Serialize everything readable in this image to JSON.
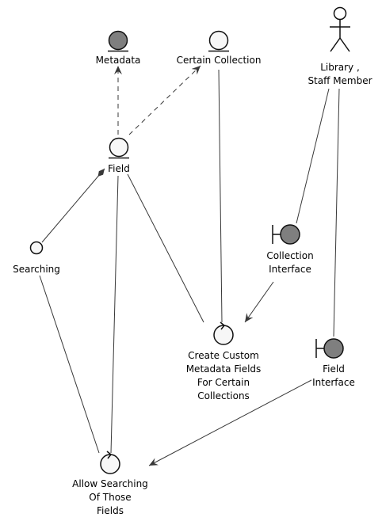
{
  "nodes": {
    "metadata": {
      "label": [
        "Metadata"
      ],
      "kind": "entity",
      "fill": "#7f7f7f"
    },
    "certain_collection": {
      "label": [
        "Certain Collection"
      ],
      "kind": "entity",
      "fill": "#f7f7f7"
    },
    "library_staff": {
      "label": [
        "Library ,",
        "Staff Member"
      ],
      "kind": "actor",
      "fill": "#ffffff"
    },
    "field": {
      "label": [
        "Field"
      ],
      "kind": "entity",
      "fill": "#f7f7f7"
    },
    "searching": {
      "label": [
        "Searching"
      ],
      "kind": "small-circle",
      "fill": "#f7f7f7"
    },
    "collection_interface": {
      "label": [
        "Collection",
        "Interface"
      ],
      "kind": "boundary",
      "fill": "#7f7f7f"
    },
    "create_custom": {
      "label": [
        "Create Custom",
        "Metadata Fields",
        "For Certain",
        "Collections"
      ],
      "kind": "control",
      "fill": "#f7f7f7"
    },
    "field_interface": {
      "label": [
        "Field",
        "Interface"
      ],
      "kind": "boundary",
      "fill": "#7f7f7f"
    },
    "allow_searching": {
      "label": [
        "Allow Searching",
        "Of Those",
        "Fields"
      ],
      "kind": "control",
      "fill": "#f7f7f7"
    }
  },
  "edges": [
    {
      "from": "field",
      "to": "metadata",
      "style": "dashed-arrow"
    },
    {
      "from": "field",
      "to": "certain_collection",
      "style": "dashed-arrow"
    },
    {
      "from": "searching",
      "to": "field",
      "style": "diamond"
    },
    {
      "from": "field",
      "to": "create_custom",
      "style": "solid"
    },
    {
      "from": "field",
      "to": "allow_searching",
      "style": "solid"
    },
    {
      "from": "certain_collection",
      "to": "create_custom",
      "style": "solid"
    },
    {
      "from": "library_staff",
      "to": "collection_interface",
      "style": "solid"
    },
    {
      "from": "library_staff",
      "to": "field_interface",
      "style": "solid"
    },
    {
      "from": "collection_interface",
      "to": "create_custom",
      "style": "arrow"
    },
    {
      "from": "field_interface",
      "to": "allow_searching",
      "style": "arrow"
    },
    {
      "from": "searching",
      "to": "allow_searching",
      "style": "solid"
    }
  ]
}
